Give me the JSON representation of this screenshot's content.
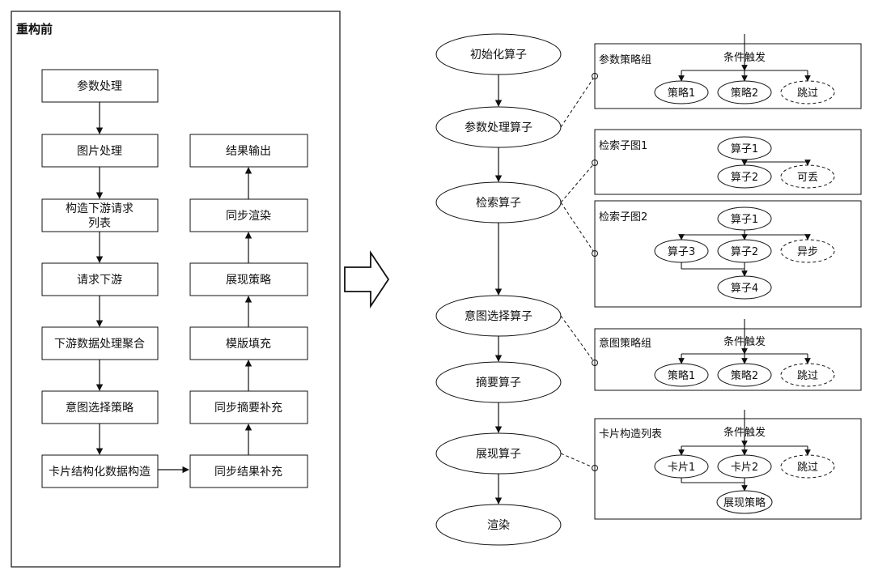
{
  "left": {
    "title": "重构前",
    "col1": [
      "参数处理",
      "图片处理",
      "构造下游请求",
      "列表",
      "请求下游",
      "下游数据处理聚合",
      "意图选择策略",
      "卡片结构化数据构造"
    ],
    "col2": [
      "结果输出",
      "同步渲染",
      "展现策略",
      "模版填充",
      "同步摘要补充",
      "同步结果补充"
    ]
  },
  "right": {
    "operators": [
      "初始化算子",
      "参数处理算子",
      "检索算子",
      "意图选择算子",
      "摘要算子",
      "展现算子",
      "渲染"
    ],
    "group_params": {
      "title": "参数策略组",
      "trigger": "条件触发",
      "nodes": [
        "策略1",
        "策略2",
        "跳过"
      ]
    },
    "group_search1": {
      "title": "检索子图1",
      "nodes": [
        "算子1",
        "算子2",
        "可丢"
      ]
    },
    "group_search2": {
      "title": "检索子图2",
      "nodes": [
        "算子1",
        "算子3",
        "算子2",
        "异步",
        "算子4"
      ]
    },
    "group_intent": {
      "title": "意图策略组",
      "trigger": "条件触发",
      "nodes": [
        "策略1",
        "策略2",
        "跳过"
      ]
    },
    "group_cards": {
      "title": "卡片构造列表",
      "trigger": "条件触发",
      "nodes": [
        "卡片1",
        "卡片2",
        "跳过",
        "展现策略"
      ]
    }
  }
}
